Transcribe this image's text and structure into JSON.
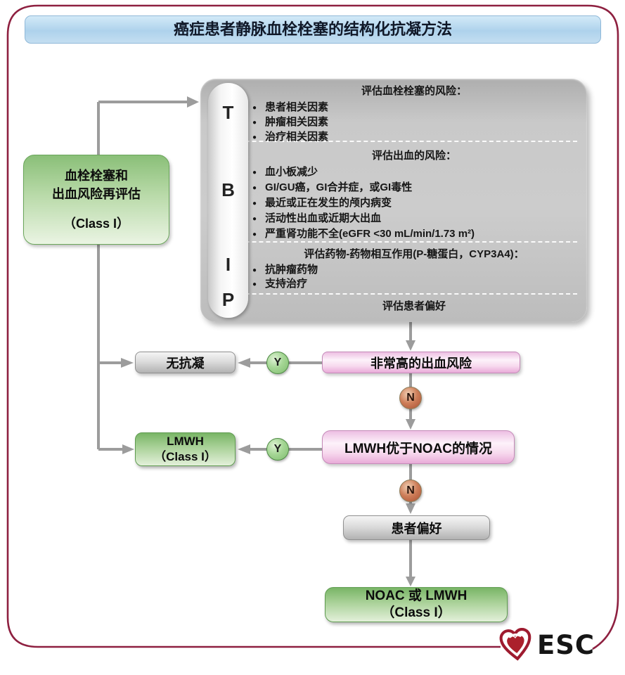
{
  "title": "癌症患者静脉血栓栓塞的结构化抗凝方法",
  "bullet_glyph": "●",
  "assessment_panel": {
    "letters": [
      "T",
      "B",
      "I",
      "P"
    ],
    "sections": [
      {
        "header": "评估血栓栓塞的风险：",
        "bullets": [
          "患者相关因素",
          "肿瘤相关因素",
          "治疗相关因素"
        ]
      },
      {
        "header": "评估出血的风险：",
        "bullets": [
          "血小板减少",
          "GI/GU癌，GI合并症，或GI毒性",
          "最近或正在发生的颅内病变",
          "活动性出血或近期大出血",
          "严重肾功能不全(eGFR <30 mL/min/1.73 m²)"
        ]
      },
      {
        "header": "评估药物-药物相互作用(P-糖蛋白，CYP3A4)：",
        "bullets": [
          "抗肿瘤药物",
          "支持治疗"
        ]
      },
      {
        "header": "评估患者偏好",
        "bullets": []
      }
    ]
  },
  "flow": {
    "reassess": {
      "line1": "血栓栓塞和",
      "line2": "出血风险再评估",
      "class_label": "（Class I）"
    },
    "row1": {
      "condition": "非常高的出血风险",
      "yes": "Y",
      "no": "N",
      "outcome": "无抗凝"
    },
    "row2": {
      "condition": "LMWH优于NOAC的情况",
      "yes": "Y",
      "no": "N",
      "outcome": "LMWH",
      "outcome_class": "（Class I）"
    },
    "preference": "患者偏好",
    "final": {
      "label": "NOAC 或 LMWH",
      "class_label": "（Class I）"
    }
  },
  "logo": {
    "text": "ESC",
    "icon": "esc-heart-icon"
  },
  "colors": {
    "border_red": "#8e2040",
    "header_blue_top": "#d3eaf8",
    "header_blue_bottom": "#aed2ec",
    "panel_gray": "#c6c6c6",
    "green_top": "#79b566",
    "green_bottom": "#e3f0da",
    "pink_top": "#edbfe3",
    "pink_bottom": "#e9abd8",
    "yes_circle_green": "#7fbc6e",
    "no_circle_copper": "#a84f33",
    "connector_gray": "#9c9c9c",
    "heart_red": "#ab202c"
  }
}
